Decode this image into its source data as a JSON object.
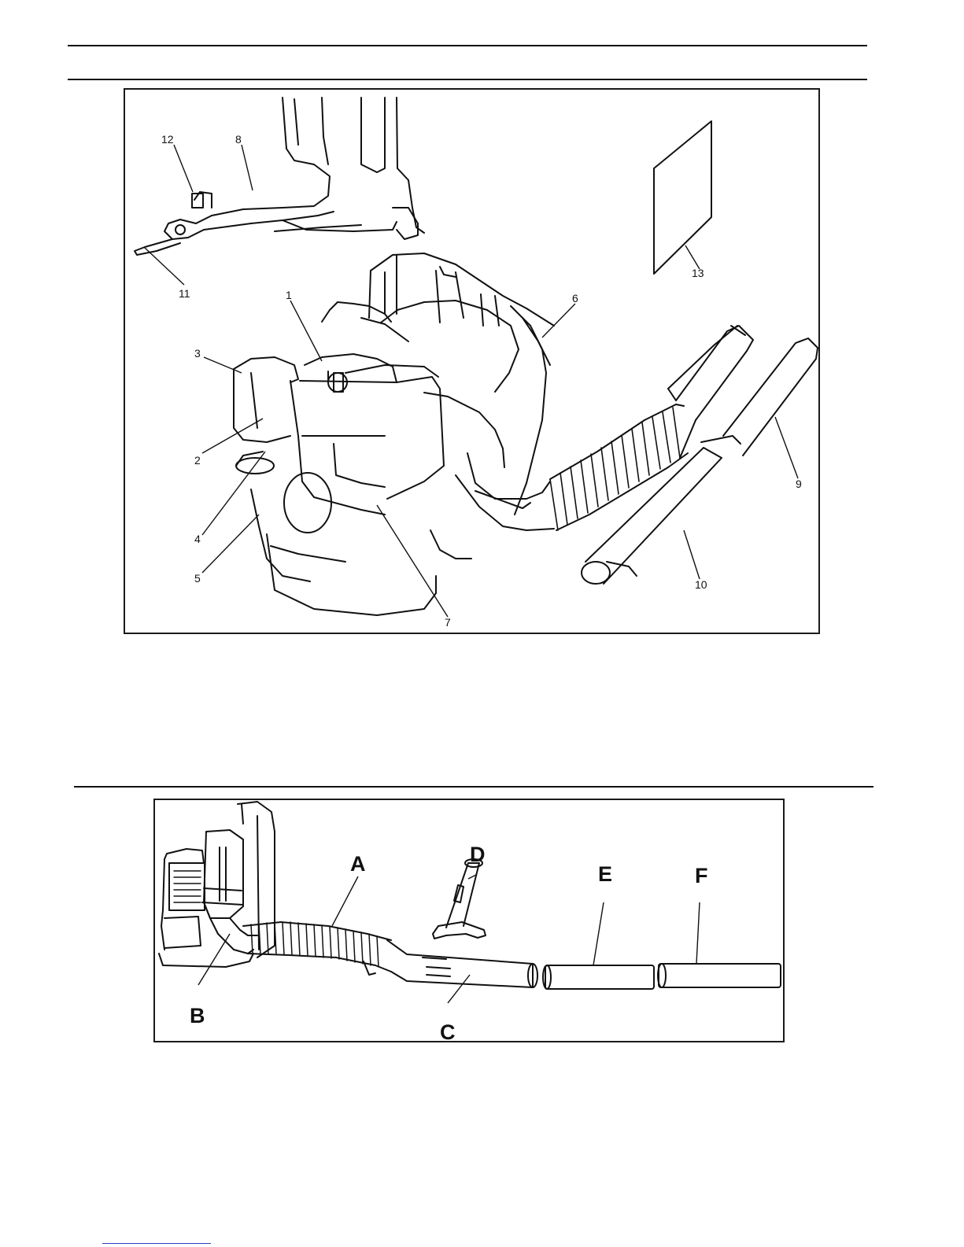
{
  "figure1": {
    "callouts": [
      {
        "id": "12",
        "text": "12"
      },
      {
        "id": "8",
        "text": "8"
      },
      {
        "id": "11",
        "text": "11"
      },
      {
        "id": "13",
        "text": "13"
      },
      {
        "id": "1",
        "text": "1"
      },
      {
        "id": "6",
        "text": "6"
      },
      {
        "id": "3",
        "text": "3"
      },
      {
        "id": "2",
        "text": "2"
      },
      {
        "id": "4",
        "text": "4"
      },
      {
        "id": "5",
        "text": "5"
      },
      {
        "id": "7",
        "text": "7"
      },
      {
        "id": "9",
        "text": "9"
      },
      {
        "id": "10",
        "text": "10"
      }
    ]
  },
  "figure2": {
    "labels": [
      {
        "id": "A",
        "text": "A"
      },
      {
        "id": "B",
        "text": "B"
      },
      {
        "id": "C",
        "text": "C"
      },
      {
        "id": "D",
        "text": "D"
      },
      {
        "id": "E",
        "text": "E"
      },
      {
        "id": "F",
        "text": "F"
      }
    ]
  }
}
